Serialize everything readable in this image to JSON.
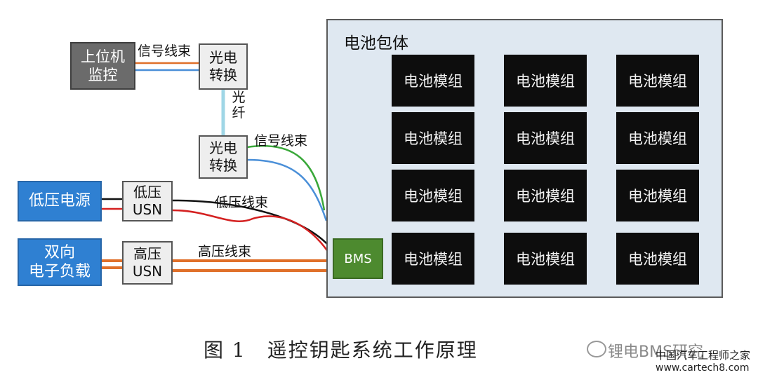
{
  "host_monitor": "上位机\n监控",
  "oe_converter_top": "光电\n转换",
  "oe_converter_mid": "光电\n转换",
  "low_voltage_supply": "低压电源",
  "low_voltage_usn": "低压\nUSN",
  "bidirectional_load": "双向\n电子负载",
  "high_voltage_usn": "高压\nUSN",
  "signal_harness_top": "信号线束",
  "optical_fiber": "光\n纤",
  "signal_harness_mid": "信号线束",
  "low_voltage_harness": "低压线束",
  "high_voltage_harness": "高压线束",
  "battery_pack_title": "电池包体",
  "bms_label": "BMS",
  "modules": [
    "电池模组",
    "电池模组",
    "电池模组",
    "电池模组",
    "电池模组",
    "电池模组",
    "电池模组",
    "电池模组",
    "电池模组",
    "电池模组",
    "电池模组",
    "电池模组"
  ],
  "caption": "图 1　遥控钥匙系统工作原理",
  "watermark": {
    "account": "锂电BMS研究",
    "site_name": "中国汽车工程师之家",
    "site_url": "www.cartech8.com"
  },
  "colors": {
    "blue_box": "#2f80d2",
    "bms_green": "#4d8a2f",
    "pack_bg": "#dfe8f1",
    "module_black": "#0d0d0d",
    "wire_orange": "#e0702a",
    "wire_blue": "#4a8fd8",
    "wire_green": "#3aa83a",
    "wire_red": "#d42020",
    "wire_black": "#111111",
    "fiber_cyan": "#9fd6e6"
  }
}
